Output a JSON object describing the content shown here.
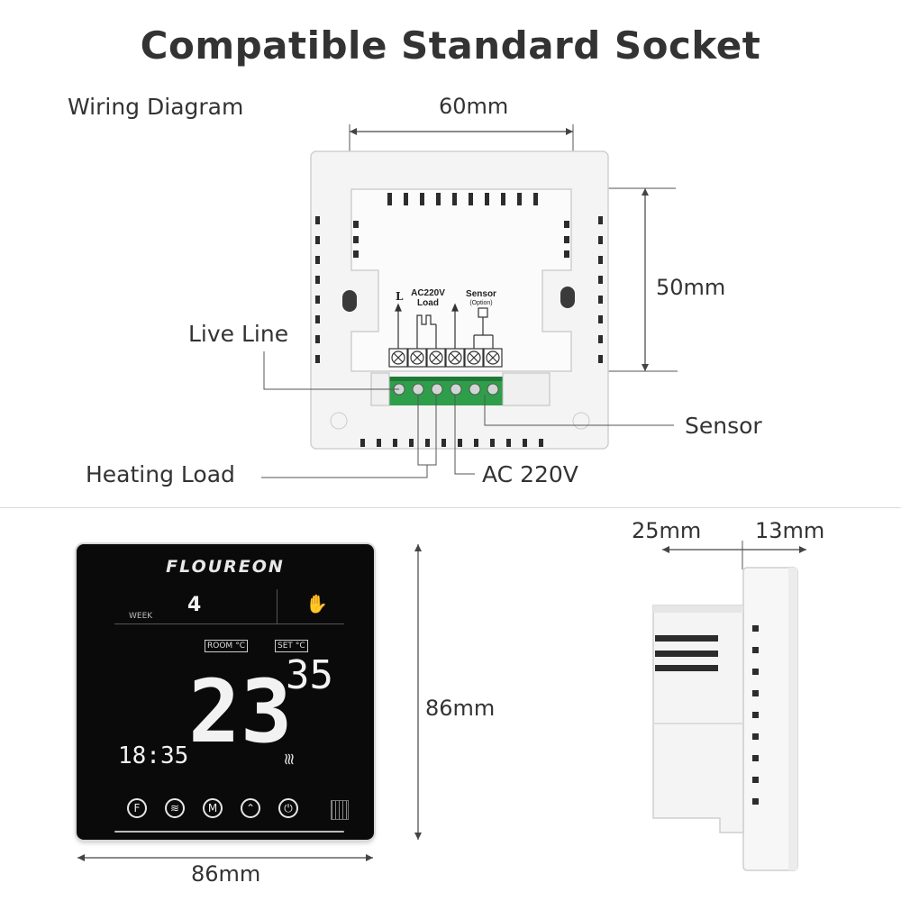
{
  "title": "Compatible Standard Socket",
  "wiring": {
    "heading": "Wiring Diagram",
    "width_label": "60mm",
    "height_label": "50mm",
    "terminal_L": "L",
    "load_label_1": "AC220V",
    "load_label_2": "Load",
    "sensor_label": "Sensor",
    "sensor_option": "(Option)",
    "callouts": {
      "live_line": "Live Line",
      "sensor": "Sensor",
      "heating_load": "Heating Load",
      "ac": "AC 220V"
    }
  },
  "front": {
    "brand": "FLOUREON",
    "week_label": "WEEK",
    "week_value": "4",
    "room_label": "ROOM",
    "set_label": "SET",
    "unit": "°C",
    "set_temp": "35",
    "room_temp": "23",
    "time": "18:35",
    "buttons": [
      "F",
      "≋",
      "M",
      "⌃",
      "⏻"
    ],
    "width_label": "86mm",
    "height_label": "86mm"
  },
  "side": {
    "depth_back_label": "25mm",
    "depth_front_label": "13mm"
  },
  "colors": {
    "terminal_green": "#2e9e4a",
    "panel_white": "#f6f6f6",
    "screen_black": "#0a0a0a"
  }
}
